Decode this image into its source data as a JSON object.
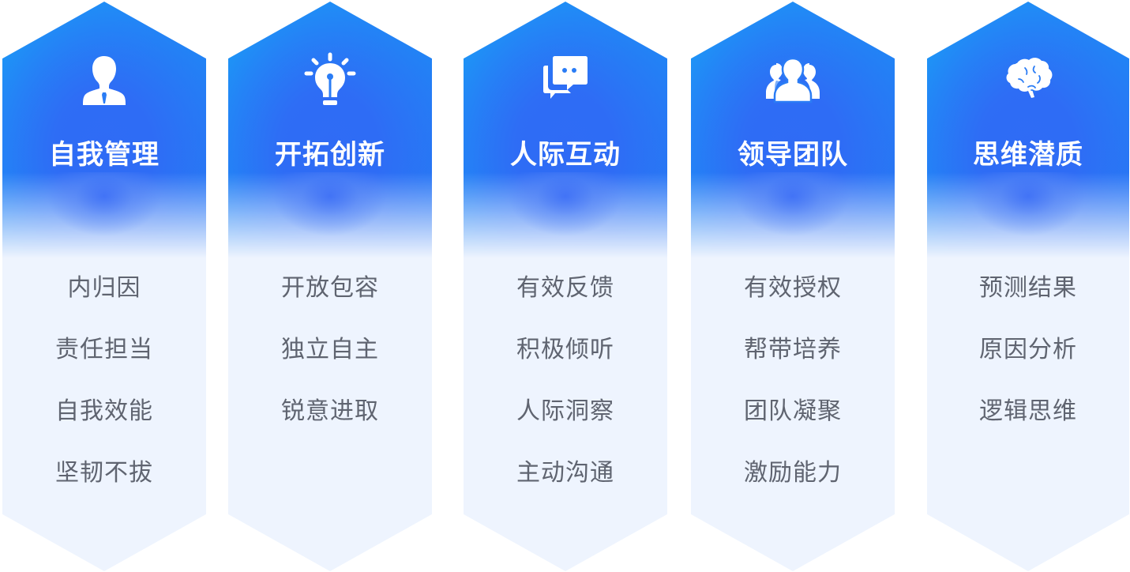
{
  "cards": [
    {
      "title": "自我管理",
      "icon": "person-with-tie-icon",
      "items": [
        "内归因",
        "责任担当",
        "自我效能",
        "坚韧不拔"
      ]
    },
    {
      "title": "开拓创新",
      "icon": "lightbulb-icon",
      "items": [
        "开放包容",
        "独立自主",
        "锐意进取"
      ]
    },
    {
      "title": "人际互动",
      "icon": "chat-bubbles-icon",
      "items": [
        "有效反馈",
        "积极倾听",
        "人际洞察",
        "主动沟通"
      ]
    },
    {
      "title": "领导团队",
      "icon": "team-group-icon",
      "items": [
        "有效授权",
        "帮带培养",
        "团队凝聚",
        "激励能力"
      ]
    },
    {
      "title": "思维潜质",
      "icon": "brain-icon",
      "items": [
        "预测结果",
        "原因分析",
        "逻辑思维"
      ]
    }
  ],
  "colors": {
    "header_blue_light": "#1aa0f7",
    "header_blue_deep": "#2b6ff4",
    "body_bg": "#eef4fe",
    "item_text": "#5f6470",
    "title_text": "#ffffff"
  }
}
